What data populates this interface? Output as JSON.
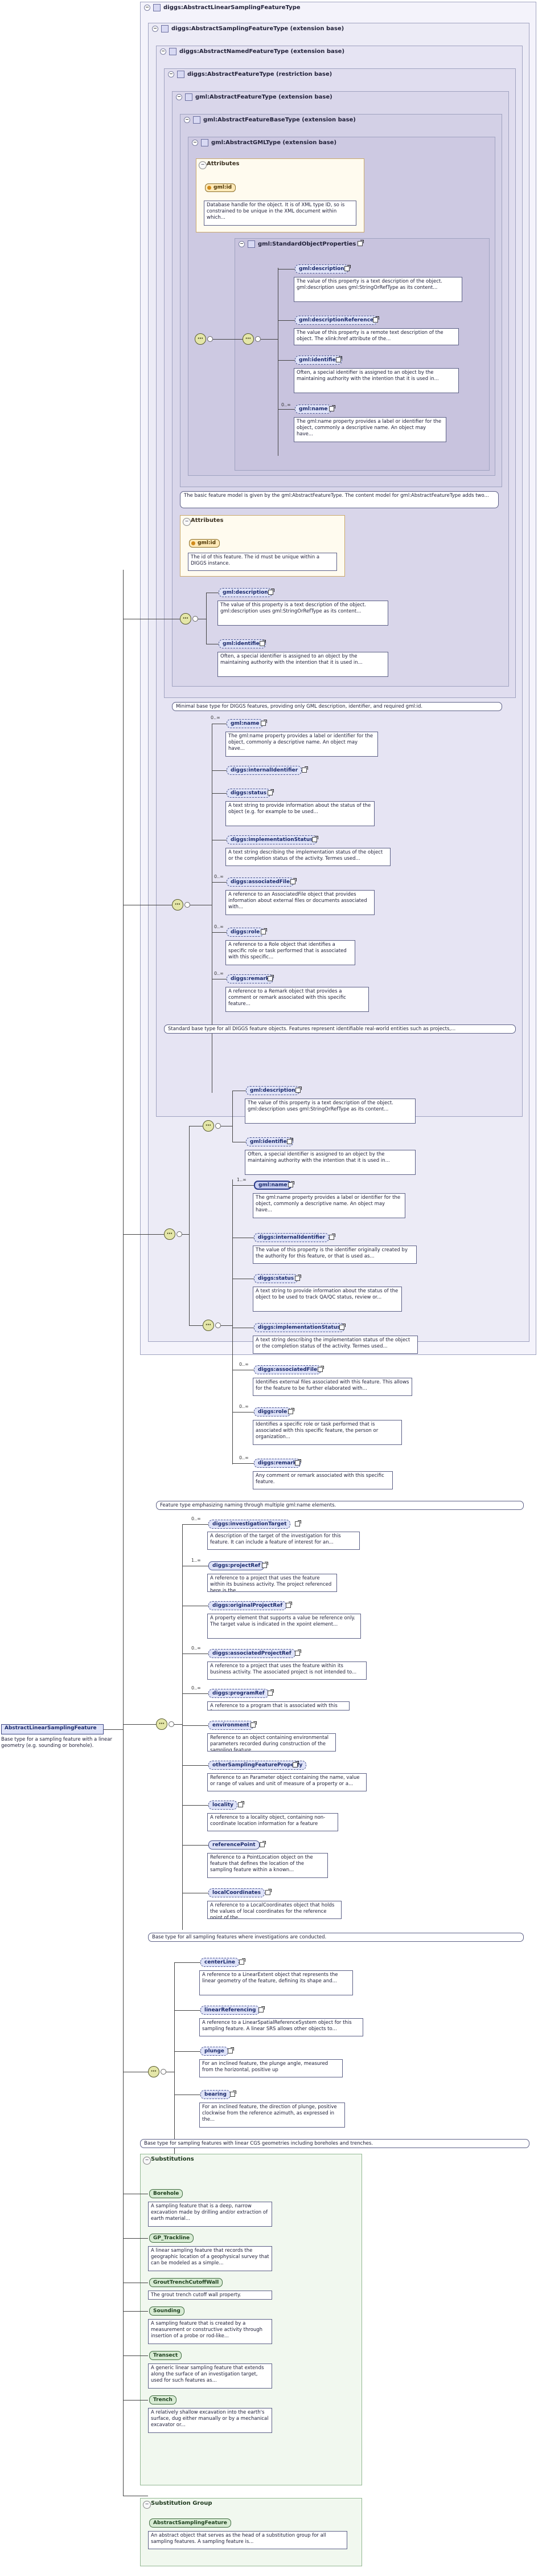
{
  "root": {
    "name": "AbstractLinearSamplingFeature",
    "doc": "Base type for a sampling feature with a linear geometry (e.g. sounding or borehole)."
  },
  "types": {
    "t1": "diggs:AbstractLinearSamplingFeatureType",
    "t2": "diggs:AbstractSamplingFeatureType (extension base)",
    "t3": "diggs:AbstractNamedFeatureType (extension base)",
    "t4": "diggs:AbstractFeatureType (restriction base)",
    "t5": "gml:AbstractFeatureType (extension base)",
    "t6": "gml:AbstractFeatureBaseType (extension base)",
    "t7": "gml:AbstractGMLType (extension base)",
    "t8": "gml:StandardObjectProperties"
  },
  "attrs1": {
    "title": "Attributes",
    "gmlid": "gml:id",
    "gmlid_doc": "Database handle for the object. It is of XML type ID, so is constrained to be unique in the XML document within which..."
  },
  "std": [
    {
      "name": "gml:description",
      "doc": "The value of this property is a text description of the object. gml:description uses gml:StringOrRefType as its content..."
    },
    {
      "name": "gml:descriptionReference",
      "doc": "The value of this property is a remote text description of the object. The xlink:href attribute of the..."
    },
    {
      "name": "gml:identifier",
      "doc": "Often, a special identifier is assigned to an object by the maintaining authority with the intention that it is used in..."
    },
    {
      "name": "gml:name",
      "card": "0..∞",
      "doc": "The gml:name property provides a label or identifier for the object, commonly a descriptive name. An object may have..."
    }
  ],
  "feature_note": "The basic feature model is given by the gml:AbstractFeatureType. The content model for gml:AbstractFeatureType adds two...",
  "attrs2": {
    "title": "Attributes",
    "gmlid": "gml:id",
    "gmlid_doc": "The id of this feature. The id must be unique within a DIGGS instance."
  },
  "af": [
    {
      "name": "gml:description",
      "doc": "The value of this property is a text description of the object. gml:description uses gml:StringOrRefType as its content..."
    },
    {
      "name": "gml:identifier",
      "doc": "Often, a special identifier is assigned to an object by the maintaining authority with the intention that it is used in..."
    }
  ],
  "minimal_note": "Minimal base type for DIGGS features, providing only GML description, identifier, and required gml:id.",
  "named": [
    {
      "name": "gml:name",
      "card": "0..∞",
      "doc": "The gml:name property provides a label or identifier for the object, commonly a descriptive name. An object may have..."
    },
    {
      "name": "diggs:internalIdentifier",
      "doc": ""
    },
    {
      "name": "diggs:status",
      "doc": "A text string to provide information about the status of the object (e.g. for example to be used..."
    },
    {
      "name": "diggs:implementationStatus",
      "doc": "A text string describing the implementation status of the object or the completion status of the activity. Termes used..."
    },
    {
      "name": "diggs:associatedFile",
      "card": "0..∞",
      "doc": "A reference to an AssociatedFile object that provides information about external files or documents associated with..."
    },
    {
      "name": "diggs:role",
      "card": "0..∞",
      "doc": "A reference to a Role object that identifies a specific role or task performed that is associated with this specific..."
    },
    {
      "name": "diggs:remark",
      "card": "0..∞",
      "doc": "A reference to a Remark object that provides a comment or remark associated with this specific feature..."
    }
  ],
  "standard_note": "Standard base type for all DIGGS feature objects. Features represent identifiable real-world entities such as projects,...",
  "sf": [
    {
      "name": "gml:description",
      "doc": "The value of this property is a text description of the object. gml:description uses gml:StringOrRefType as its content..."
    },
    {
      "name": "gml:identifier",
      "doc": "Often, a special identifier is assigned to an object by the maintaining authority with the intention that it is used in..."
    },
    {
      "name": "gml:name",
      "card": "1..∞",
      "doc": "The gml:name property provides a label or identifier for the object, commonly a descriptive name. An object may have..."
    },
    {
      "name": "diggs:internalIdentifier",
      "doc": "The value of this property is the identifier originally created by the authority for this feature, or that is used as..."
    },
    {
      "name": "diggs:status",
      "doc": "A text string to provide information about the status of the object to be used to track QA/QC status, review or..."
    },
    {
      "name": "diggs:implementationStatus",
      "doc": "A text string describing the implementation status of the object or the completion status of the activity. Termes used..."
    },
    {
      "name": "diggs:associatedFile",
      "card": "0..∞",
      "doc": "Identifies external files associated with this feature. This allows for the feature to be further elaborated with..."
    },
    {
      "name": "diggs:role",
      "card": "0..∞",
      "doc": "Identifies a specific role or task performed that is associated with this specific feature, the person or organization..."
    },
    {
      "name": "diggs:remark",
      "card": "0..∞",
      "doc": "Any comment or remark associated with this specific feature."
    }
  ],
  "naming_note": "Feature type emphasizing naming through multiple gml:name elements.",
  "samp": [
    {
      "name": "diggs:investigationTarget",
      "card": "0..∞",
      "doc": "A description of the target of the investigation for this feature. It can include a feature of interest for an..."
    },
    {
      "name": "diggs:projectRef",
      "card": "1..∞",
      "doc": "A reference to a project that uses the feature within its business activity. The project referenced here is the..."
    },
    {
      "name": "diggs:originalProjectRef",
      "doc": "A property element that supports a value be reference only. The target value is indicated in the xpoint element..."
    },
    {
      "name": "diggs:associatedProjectRef",
      "card": "0..∞",
      "doc": "A reference to a project that uses the feature within its business activity. The associated project is not intended to..."
    },
    {
      "name": "diggs:programRef",
      "card": "0..∞",
      "doc": "A reference to a program that is associated with this feature."
    },
    {
      "name": "environment",
      "doc": "Reference to an object containing environmental parameters recorded during construction of the sampling feature"
    },
    {
      "name": "otherSamplingFeatureProperty",
      "doc": "Reference to an Parameter object containing the name, value or range of values and unit of measure of a property or a..."
    },
    {
      "name": "locality",
      "doc": "A reference to a locality object, containing non-coordinate location information for a feature"
    },
    {
      "name": "referencePoint",
      "doc": "Reference to a PointLocation object on the feature that defines the location of the sampling feature within a known..."
    },
    {
      "name": "localCoordinates",
      "doc": "A reference to a LocalCoordinates object that holds the values of local coordinates for the reference point of the..."
    }
  ],
  "sampling_note": "Base type for all sampling features where investigations are conducted.",
  "lin": [
    {
      "name": "centerLine",
      "doc": "A reference to a LinearExtent object that represents the linear geometry of the feature, defining its shape and..."
    },
    {
      "name": "linearReferencing",
      "doc": "A reference to a LinearSpatialReferenceSystem object for this sampling feature. A linear SRS allows other objects to..."
    },
    {
      "name": "plunge",
      "doc": "For an inclined feature, the plunge angle, measured from the horizontal, positive up"
    },
    {
      "name": "bearing",
      "doc": "For an inclined feature, the direction of plunge, positive clockwise from the reference azimuth, as expressed in the..."
    }
  ],
  "linear_note": "Base type for sampling features with linear CGS geometries including boreholes and trenches.",
  "subs": {
    "title": "Substitutions",
    "items": [
      {
        "name": "Borehole",
        "doc": "A sampling feature that is a deep, narrow excavation made by drilling and/or extraction of earth material..."
      },
      {
        "name": "GP_Trackline",
        "doc": "A linear sampling feature that records the geographic location of a geophysical survey that can be modeled as a simple..."
      },
      {
        "name": "GroutTrenchCutoffWall",
        "doc": "The grout trench cutoff wall property."
      },
      {
        "name": "Sounding",
        "doc": "A sampling feature that is created by a measurement or constructive activity through insertion of a probe or rod-like..."
      },
      {
        "name": "Transect",
        "doc": "A generic linear sampling feature that extends along the surface of an investigation target, used for such features as..."
      },
      {
        "name": "Trench",
        "doc": "A relatively shallow excavation into the earth's surface, dug either manually or by a mechanical excavator or..."
      }
    ]
  },
  "group": {
    "title": "Substitution Group",
    "name": "AbstractSamplingFeature",
    "doc": "An abstract object that serves as the head of a substitution group for all sampling features. A sampling feature is..."
  }
}
